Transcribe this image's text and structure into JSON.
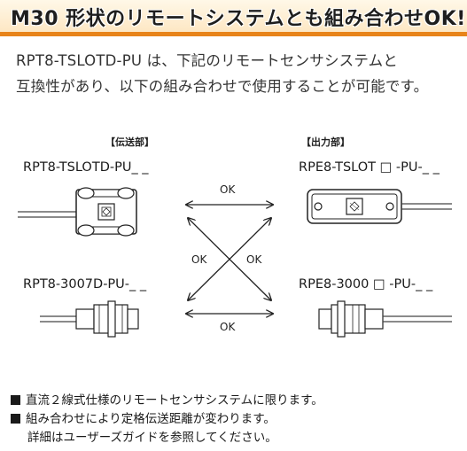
{
  "header": {
    "title": "M30 形状のリモートシステムとも組み合わせOK!"
  },
  "intro": {
    "line1": "RPT8-TSLOTD-PU は、下記のリモートセンサシステムと",
    "line2": "互換性があり、以下の組み合わせで使用することが可能です。"
  },
  "transmitter": {
    "heading": "【伝送部】",
    "model_top": "RPT8-TSLOTD-PU_ _",
    "model_bottom": "RPT8-3007D-PU-_ _"
  },
  "output": {
    "heading": "【出力部】",
    "model_top": "RPE8-TSLOT □ -PU-_ _",
    "model_bottom": "RPE8-3000 □ -PU-_ _"
  },
  "compatibility": {
    "ok_top": "OK",
    "ok_left": "OK",
    "ok_right": "OK",
    "ok_bottom": "OK"
  },
  "notes": {
    "note1": "直流２線式仕様のリモートセンサシステムに限ります。",
    "note2": "組み合わせにより定格伝送距離が変わります。",
    "note2_cont": "詳細はユーザーズガイドを参照してください。"
  },
  "colors": {
    "accent": "#e8841a",
    "header_bg": "#fde7c4"
  }
}
